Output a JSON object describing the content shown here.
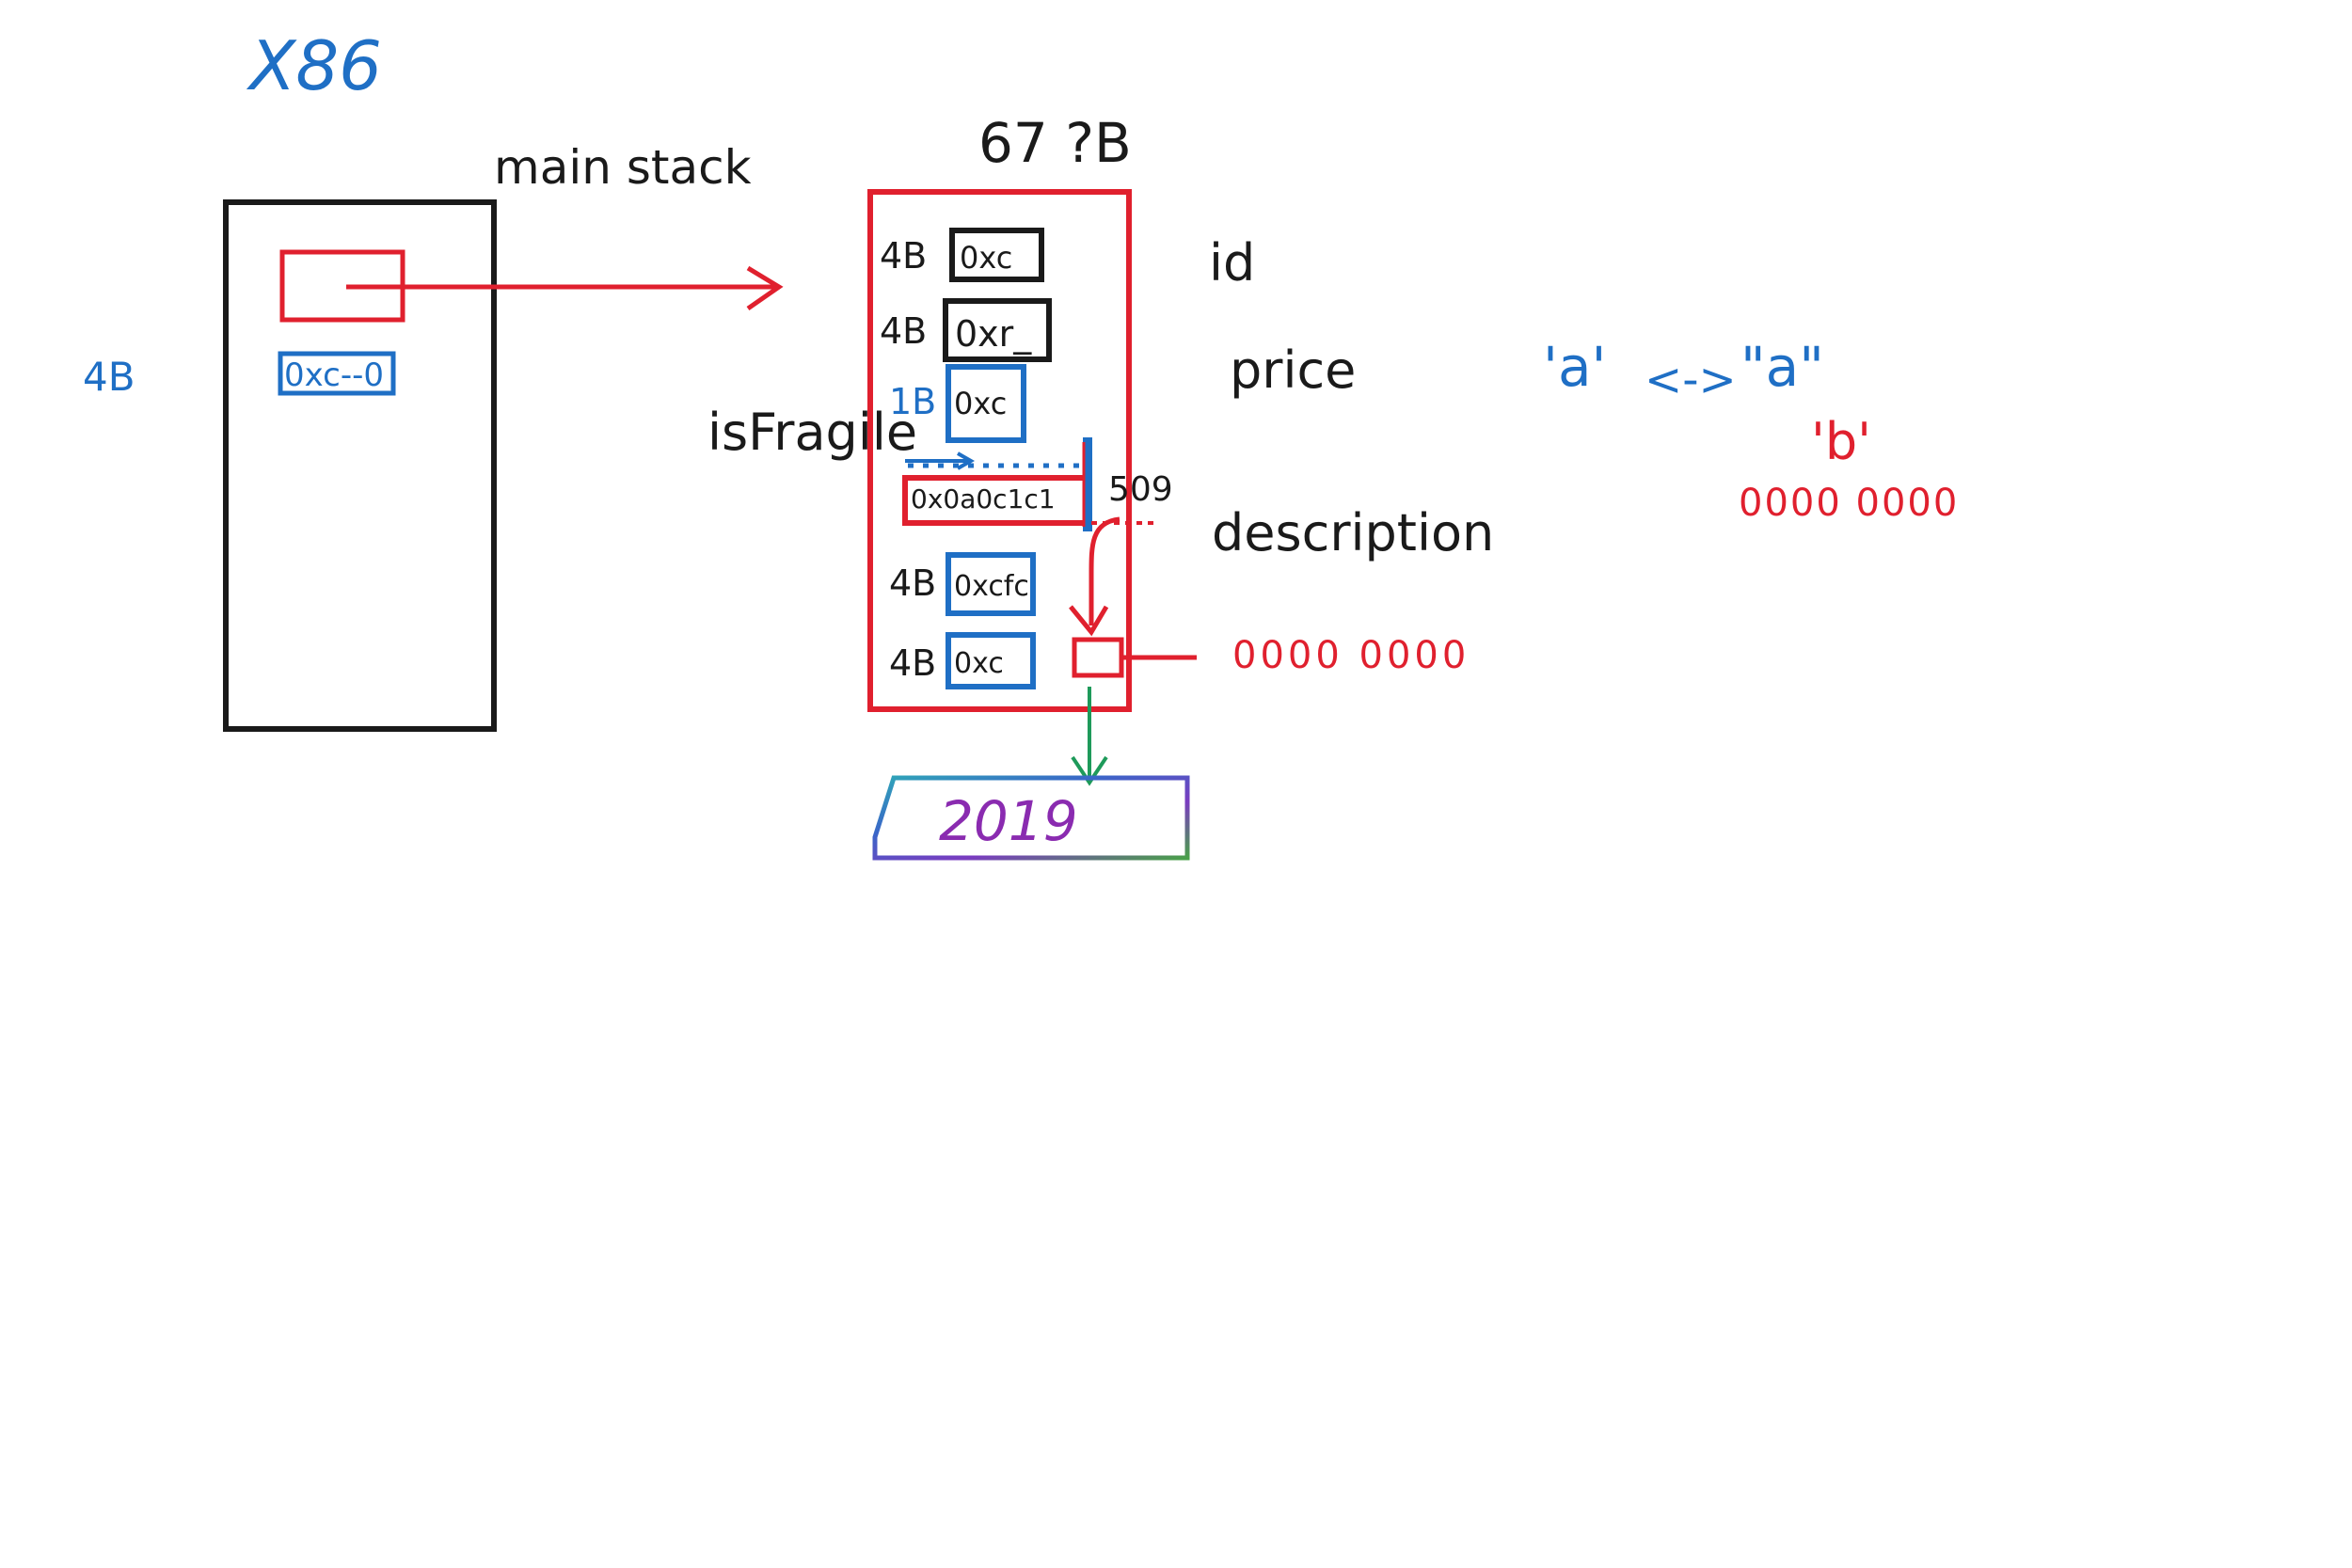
{
  "colors": {
    "black": "#1a1a1a",
    "red": "#e0202e",
    "blue": "#1f6fc5",
    "green": "#1e9a5a",
    "purple": "#8a2bb0",
    "rainbow": [
      "#2fa6b8",
      "#3a66c8",
      "#7a3cc0",
      "#c03a9a",
      "#4aa04a"
    ]
  },
  "labels": {
    "arch": "X86",
    "main_stack": "main stack",
    "size_left": "4B",
    "object_size": "67 ?B",
    "id": "id",
    "price": "price",
    "is_fragile": "isFragile",
    "description": "description",
    "char_single": "'a'",
    "arrow_both": "<->",
    "char_double": "\"a\"",
    "char_b": "'b'",
    "red_bytes_1": "0000 0000",
    "red_bytes_2": "0000 0000",
    "rainbow_text": "2019"
  },
  "stack": {
    "pointer_cell": "0xc--0"
  },
  "object_fields": [
    {
      "size": "4B",
      "value": "0xc"
    },
    {
      "size": "4B",
      "value": "0xr_"
    },
    {
      "size": "1B",
      "value": "0xc"
    },
    {
      "size": "",
      "value": "0x0a0c1c1"
    },
    {
      "size": "4B",
      "value": "0xcfc"
    },
    {
      "size": "4B",
      "value": "0xc"
    }
  ],
  "fragile_row_tail": "509"
}
